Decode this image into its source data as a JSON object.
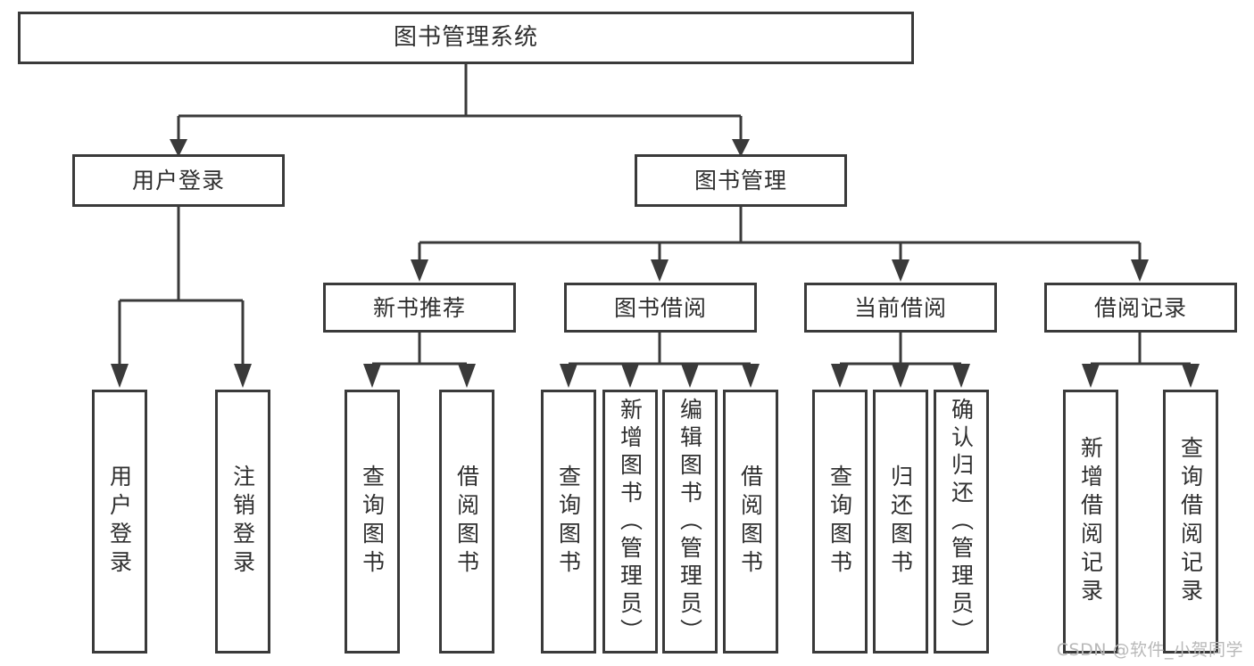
{
  "diagram": {
    "title": "图书管理系统",
    "type": "tree-hierarchy",
    "watermark": "CSDN @软件_小贺同学",
    "colors": {
      "background": "#ffffff",
      "line": "#3a3a3a",
      "box_border": "#3a3a3a",
      "box_fill": "#ffffff",
      "text": "#2f2f2f",
      "watermark": "#b9b9b9"
    }
  },
  "root": {
    "label": "图书管理系统"
  },
  "level1": [
    {
      "label": "用户登录"
    },
    {
      "label": "图书管理"
    }
  ],
  "level2": [
    {
      "label": "新书推荐"
    },
    {
      "label": "图书借阅"
    },
    {
      "label": "当前借阅"
    },
    {
      "label": "借阅记录"
    }
  ],
  "leaves": {
    "user_login": [
      {
        "label": "用户登录"
      },
      {
        "label": "注销登录"
      }
    ],
    "new_book_recommend": [
      {
        "label": "查询图书"
      },
      {
        "label": "借阅图书"
      }
    ],
    "book_borrow": [
      {
        "label": "查询图书"
      },
      {
        "label": "新增图书（管理员）"
      },
      {
        "label": "编辑图书（管理员）"
      },
      {
        "label": "借阅图书"
      }
    ],
    "current_borrow": [
      {
        "label": "查询图书"
      },
      {
        "label": "归还图书"
      },
      {
        "label": "确认归还（管理员）"
      }
    ],
    "borrow_records": [
      {
        "label": "新增借阅记录"
      },
      {
        "label": "查询借阅记录"
      }
    ]
  }
}
